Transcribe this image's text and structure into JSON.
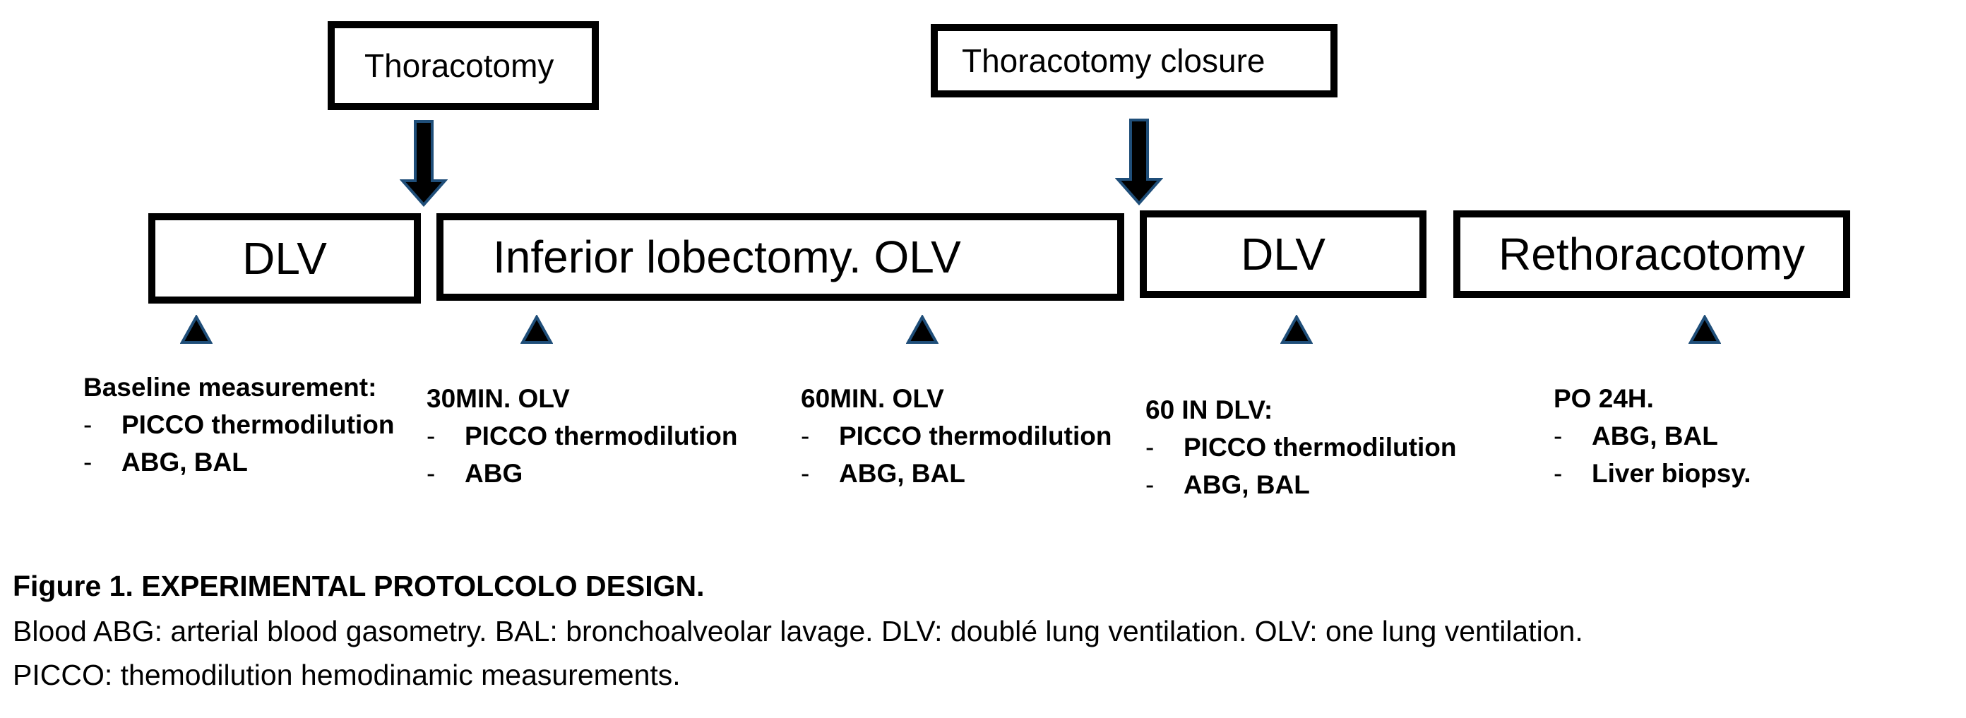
{
  "top_boxes": {
    "thoracotomy": "Thoracotomy",
    "closure": "Thoracotomy closure"
  },
  "stages": {
    "dlv_1": "DLV",
    "olv": "Inferior lobectomy. OLV",
    "dlv_2": "DLV",
    "rethoracotomy": "Rethoracotomy"
  },
  "notes": [
    {
      "header": "Baseline measurement:",
      "items": [
        "PICCO thermodilution",
        "ABG, BAL"
      ]
    },
    {
      "header": "30MIN. OLV",
      "items": [
        "PICCO thermodilution",
        "ABG"
      ]
    },
    {
      "header": "60MIN. OLV",
      "items": [
        "PICCO thermodilution",
        "ABG, BAL"
      ]
    },
    {
      "header": "60 IN DLV:",
      "items": [
        "PICCO thermodilution",
        "ABG, BAL"
      ]
    },
    {
      "header": "PO 24H.",
      "items": [
        "ABG, BAL",
        "Liver biopsy."
      ]
    }
  ],
  "bullet": "-",
  "caption": {
    "title": "Figure 1.  EXPERIMENTAL PROTOLCOLO DESIGN.",
    "line1": "Blood ABG: arterial blood gasometry. BAL: bronchoalveolar lavage. DLV: doublé lung ventilation. OLV: one lung ventilation.",
    "line2": "PICCO: themodilution hemodinamic measurements."
  },
  "colors": {
    "arrow_fill": "#000000",
    "arrow_outline": "#1f4e79",
    "marker_outline": "#1f4e79"
  }
}
